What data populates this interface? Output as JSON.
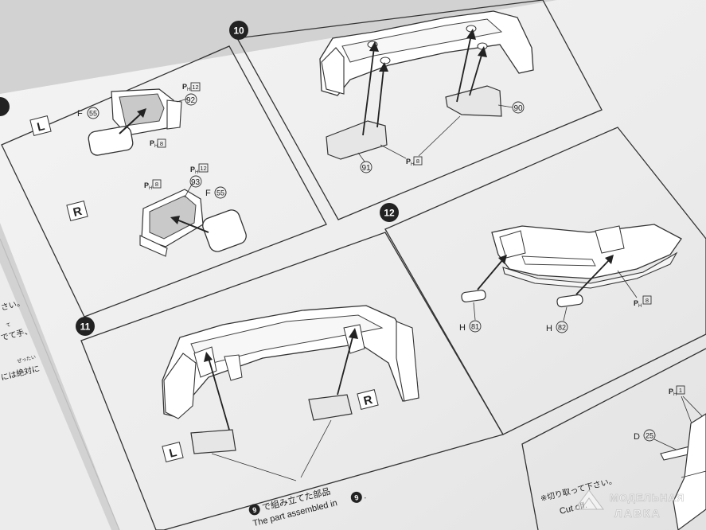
{
  "steps": [
    {
      "number": "10"
    },
    {
      "number": "11"
    },
    {
      "number": "12"
    }
  ],
  "step9_partial": {
    "l_label": "L",
    "r_label": "R"
  },
  "parts": {
    "s9_F55_L": {
      "letter": "F",
      "num": "55"
    },
    "s9_P12_L": {
      "letter": "P",
      "sub": "H",
      "num": "12"
    },
    "s9_92": {
      "num": "92"
    },
    "s9_P8_L": {
      "letter": "P",
      "sub": "H",
      "num": "8"
    },
    "s9_P8_R": {
      "letter": "P",
      "sub": "H",
      "num": "8"
    },
    "s9_P12_R": {
      "letter": "P",
      "sub": "H",
      "num": "12"
    },
    "s9_93": {
      "num": "93"
    },
    "s9_F55_R": {
      "letter": "F",
      "num": "55"
    },
    "s10_90": {
      "num": "90"
    },
    "s10_91": {
      "num": "91"
    },
    "s10_P8": {
      "letter": "P",
      "sub": "H",
      "num": "8"
    },
    "s12_H81": {
      "letter": "H",
      "num": "81"
    },
    "s12_H82": {
      "letter": "H",
      "num": "82"
    },
    "s12_P8": {
      "letter": "P",
      "sub": "H",
      "num": "8"
    },
    "s13_D25": {
      "letter": "D",
      "num": "25"
    },
    "s13_P1": {
      "letter": "P",
      "sub": "H",
      "num": "1"
    }
  },
  "step11": {
    "l_label": "L",
    "r_label": "R",
    "note_num": "9",
    "note_jp": "で組み立てた部品",
    "note_en": "The part assembled in",
    "note_en_end": "."
  },
  "left_margin_text": [
    {
      "text": "さい。"
    },
    {
      "text": "て"
    },
    {
      "text": "でて手、"
    },
    {
      "text": "ぜったい"
    },
    {
      "text": "には絶対に"
    }
  ],
  "step13": {
    "cut_jp": "※切り取って下さい。",
    "cut_en": "Cut off."
  },
  "watermark": {
    "line1": "МОДЕЛЬНАЯ",
    "line2": "ЛАВКА"
  }
}
